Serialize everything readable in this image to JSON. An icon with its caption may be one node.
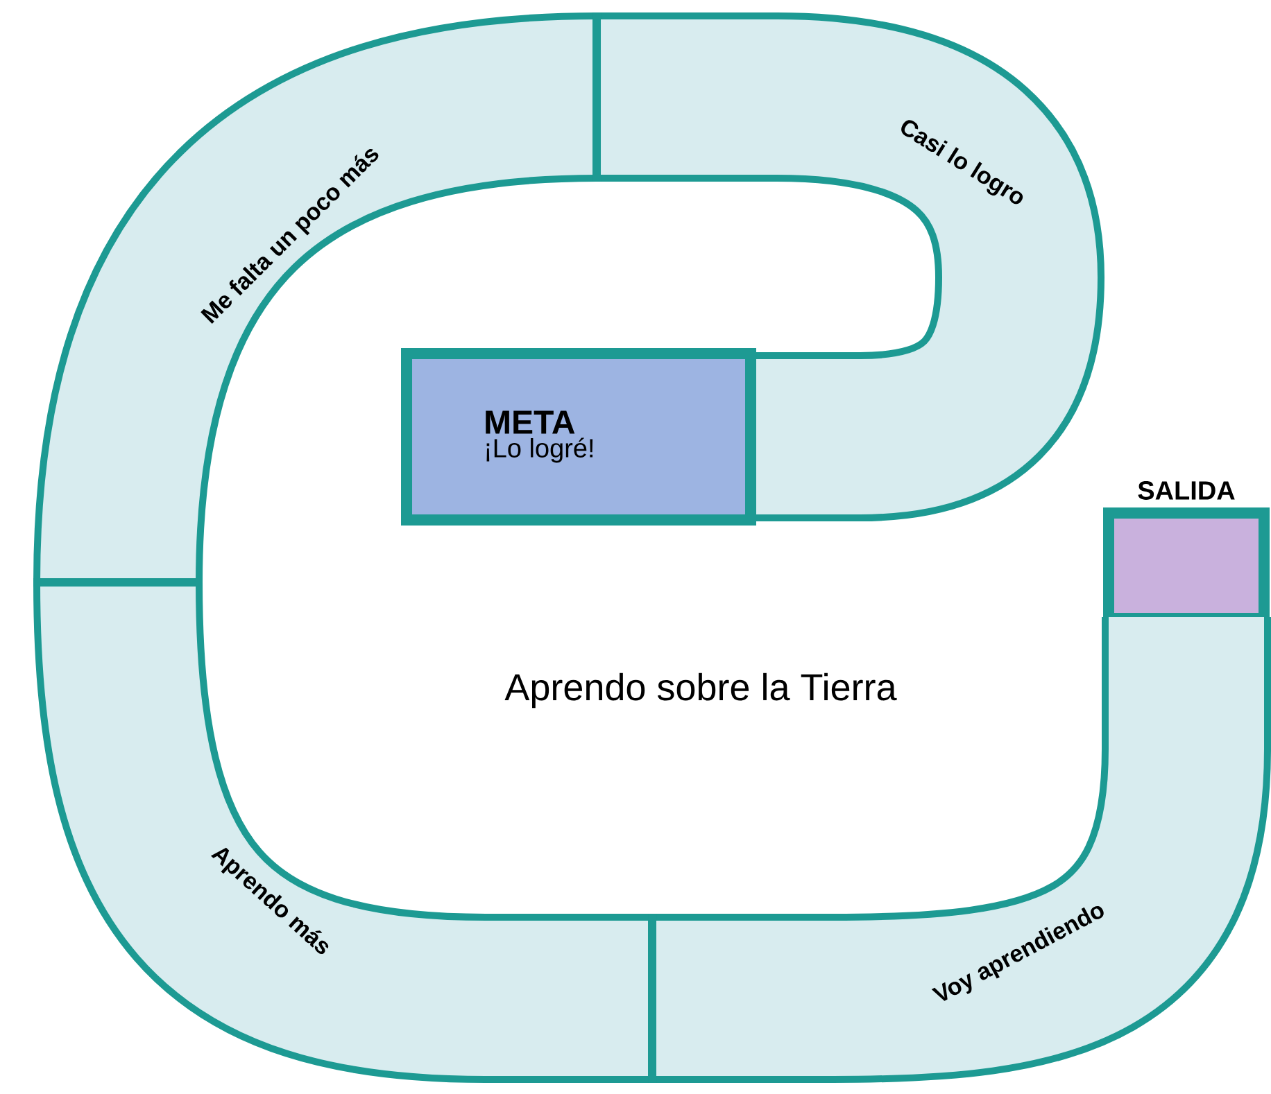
{
  "diagram": {
    "title": "Aprendo sobre la Tierra",
    "nodes": [
      {
        "text": [
          "SALIDA"
        ]
      },
      {
        "text": [
          "Voy aprendiendo"
        ]
      },
      {
        "text": [
          "Aprendo más"
        ]
      },
      {
        "text": [
          "Me falta un poco más"
        ]
      },
      {
        "text": [
          "Casi lo logro"
        ]
      },
      {
        "text": [
          "META",
          "¡Lo logré!"
        ]
      }
    ]
  }
}
